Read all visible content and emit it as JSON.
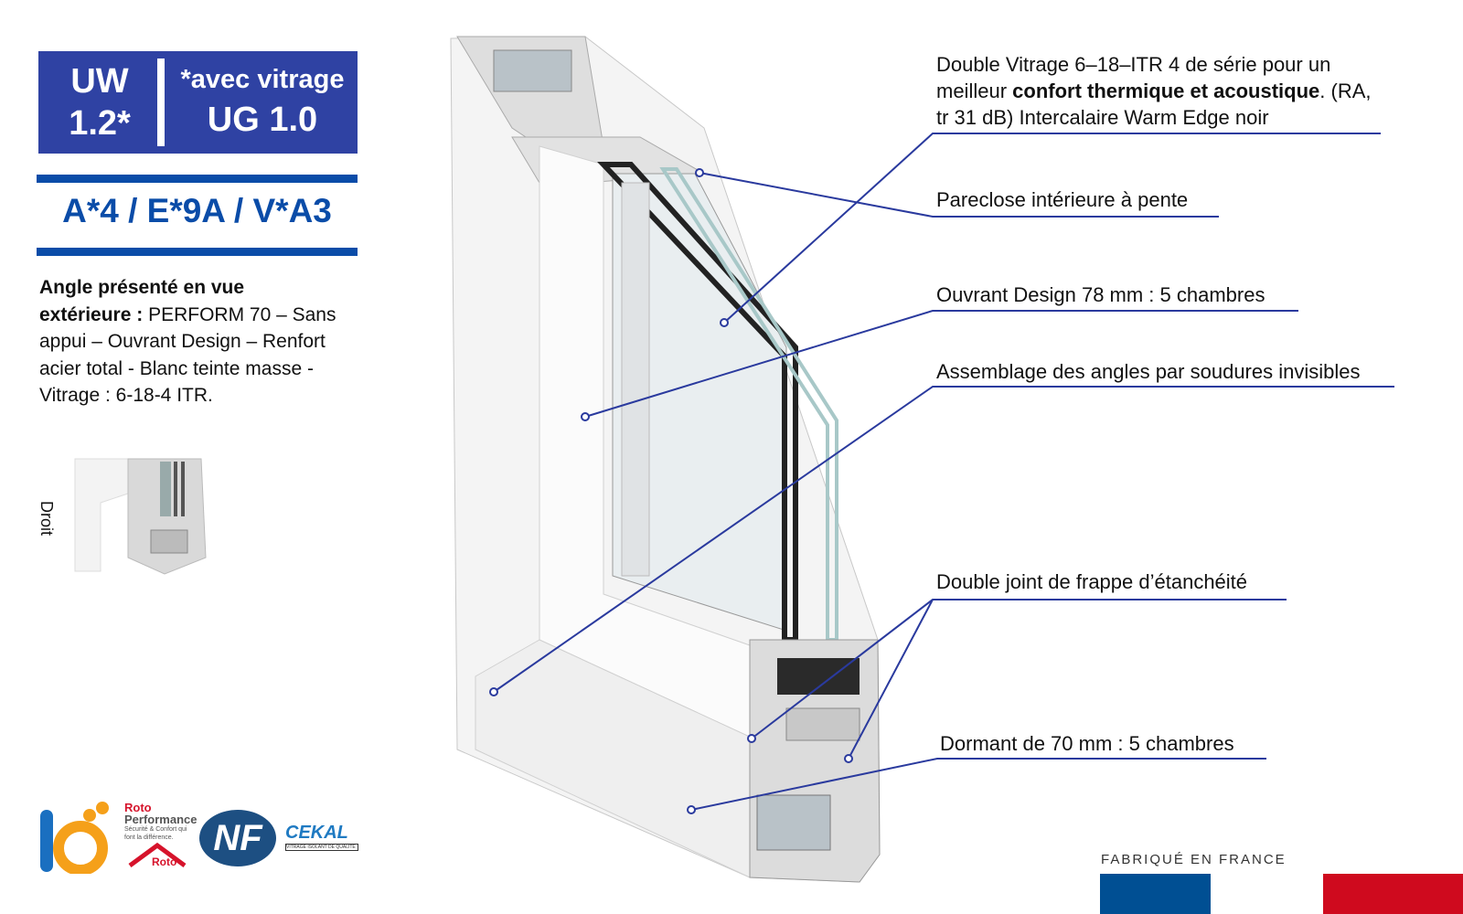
{
  "uw_box": {
    "uw_label": "UW",
    "uw_value": "1.2*",
    "glazing_note": "*avec vitrage",
    "ug_value": "UG 1.0"
  },
  "classification": "A*4 / E*9A / V*A3",
  "description": {
    "bold": "Angle présenté en vue extérieure :",
    "text": " PERFORM 70 – Sans appui – Ouvrant Design – Renfort acier total - Blanc teinte masse - Vitrage : 6-18-4 ITR."
  },
  "thumbnail_label": "Droit",
  "callouts": [
    {
      "pre": "Double Vitrage 6–18–ITR 4 de série pour un meilleur ",
      "bold": "confort thermique et acoustique",
      "post": ". (RA, tr 31 dB) Intercalaire Warm Edge noir"
    },
    {
      "text": "Pareclose intérieure à pente"
    },
    {
      "text": "Ouvrant Design 78 mm : 5 chambres"
    },
    {
      "text": "Assemblage des angles par soudures invisibles"
    },
    {
      "text": "Double joint de frappe d’étanchéité"
    },
    {
      "text": "Dormant de 70 mm : 5 chambres"
    }
  ],
  "logos": {
    "roto_title": "Roto",
    "roto_sub": "Performance",
    "roto_tag": "Sécurité & Confort qui font la différence.",
    "nf": "NF",
    "cekal": "CEKAL",
    "cekal_sub": "VITRAGE ISOLANT DE QUALITÉ"
  },
  "footer": "FABRIQUÉ EN FRANCE",
  "colors": {
    "brand_blue": "#2f42a3",
    "line_blue": "#0a4ca8",
    "callout_line": "#2a3a9e",
    "flag_blue": "#004f93",
    "flag_red": "#cf0a1e"
  }
}
